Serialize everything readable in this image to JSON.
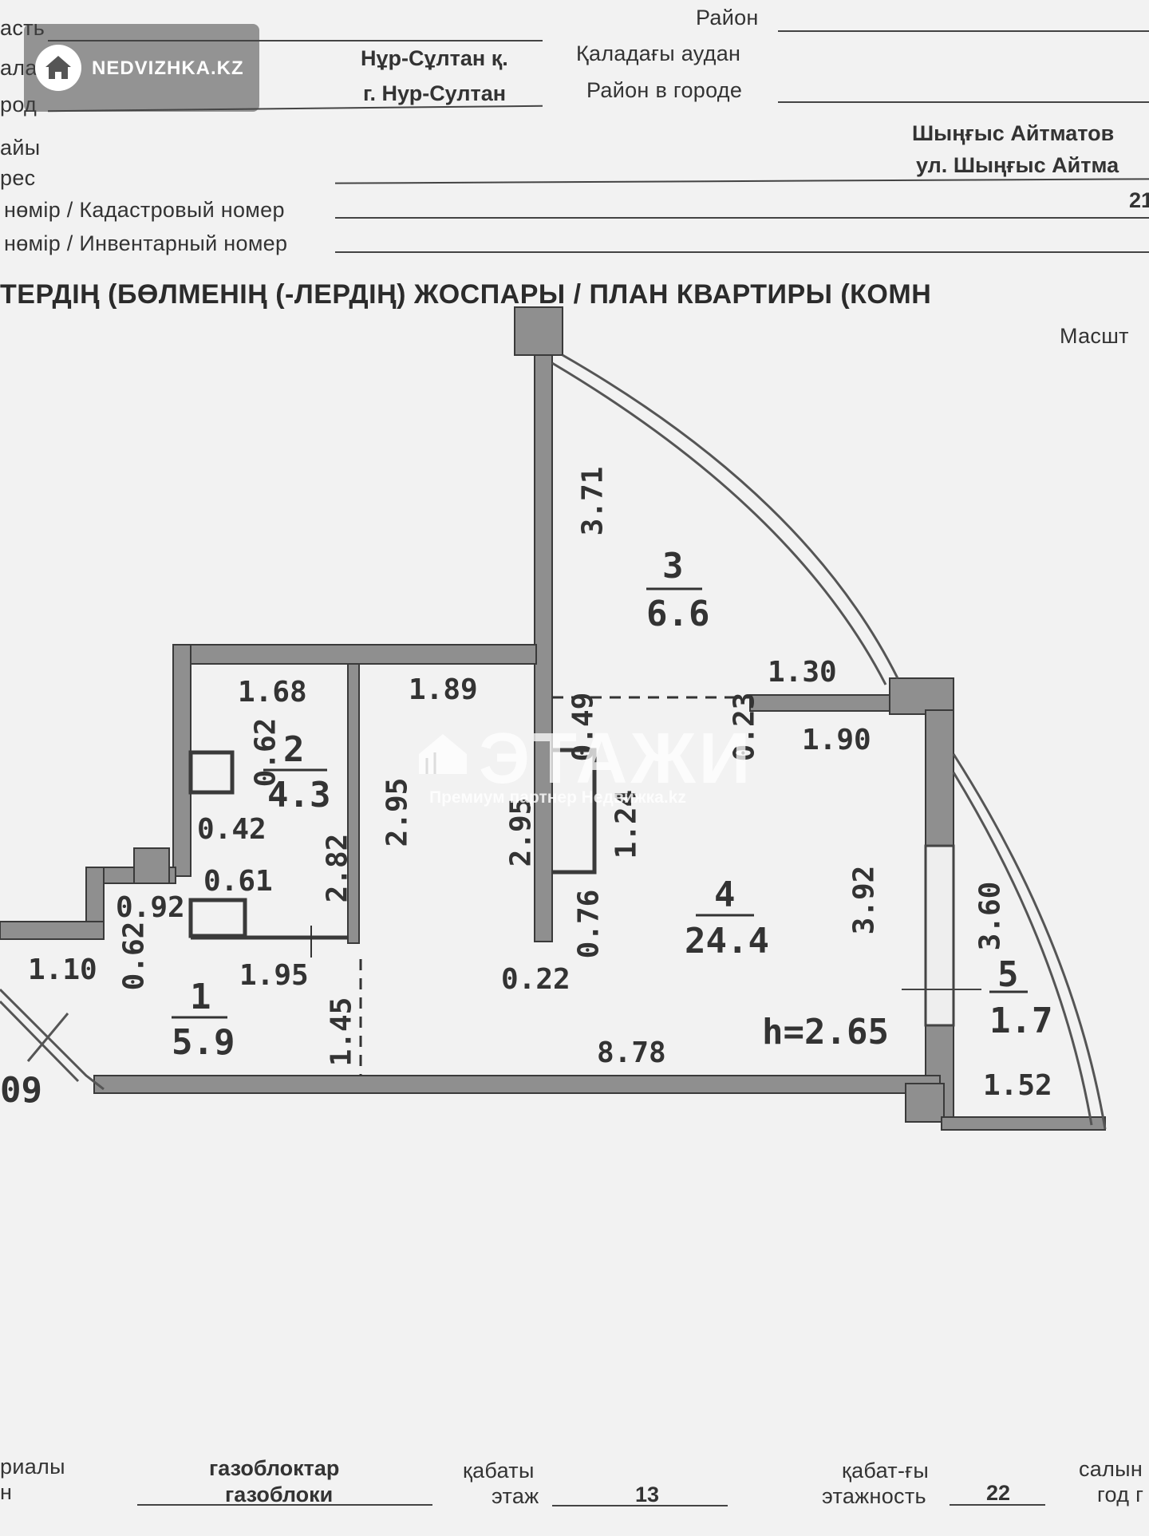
{
  "header": {
    "oblast_label": "асть",
    "city_label_kz": "ала",
    "city_label_ru": "род",
    "city_value_kz": "Нұр-Сұлтан қ.",
    "city_value_ru": "г. Нур-Султан",
    "district_label": "Район",
    "city_district_label_kz": "Қаладағы аудан",
    "city_district_label_ru": "Район в городе",
    "address_label_kz": "айы",
    "address_label_ru": "рес",
    "address_value_kz": "Шыңғыс Айтматов",
    "address_value_ru": "ул. Шыңғыс Айтма",
    "cadastral_label": "нөмір / Кадастровый номер",
    "cadastral_value": "21",
    "inventory_label": "нөмір / Инвентарный номер"
  },
  "plan": {
    "title": "ТЕРДІҢ (БӨЛМЕНІҢ (-ЛЕРДІҢ) ЖОСПАРЫ / ПЛАН КВАРТИРЫ (КОМН",
    "scale_label": "Масшт",
    "ceiling_height": "h=2.65",
    "edge_number": "09",
    "rooms": [
      {
        "number": "1",
        "area": "5.9"
      },
      {
        "number": "2",
        "area": "4.3"
      },
      {
        "number": "3",
        "area": "6.6"
      },
      {
        "number": "4",
        "area": "24.4"
      },
      {
        "number": "5",
        "area": "1.7"
      }
    ],
    "dims": {
      "d_3_71": "3.71",
      "d_1_30": "1.30",
      "d_1_68": "1.68",
      "d_1_89": "1.89",
      "d_0_49": "0.49",
      "d_0_23": "0.23",
      "d_1_90": "1.90",
      "d_0_62a": "0.62",
      "d_2_95a": "2.95",
      "d_2_95b": "2.95",
      "d_1_24": "1.24",
      "d_0_42": "0.42",
      "d_0_61": "0.61",
      "d_2_82": "2.82",
      "d_3_92": "3.92",
      "d_0_92": "0.92",
      "d_0_76": "0.76",
      "d_3_60": "3.60",
      "d_1_10": "1.10",
      "d_0_62b": "0.62",
      "d_1_95": "1.95",
      "d_0_22": "0.22",
      "d_1_45": "1.45",
      "d_8_78": "8.78",
      "d_1_52": "1.52"
    }
  },
  "footer": {
    "materials_label_kz": "риалы",
    "materials_label_ru": "н",
    "materials_value_kz": "газоблоктар",
    "materials_value_ru": "газоблоки",
    "floor_label_kz": "қабаты",
    "floor_label_ru": "этаж",
    "floor_value": "13",
    "floors_label_kz": "қабат-ғы",
    "floors_label_ru": "этажность",
    "floors_value": "22",
    "year_label_kz": "салын",
    "year_label_ru": "год г"
  },
  "watermark": {
    "brand": "NEDVIZHKA.KZ",
    "logo_text": "ЭТАЖИ",
    "partner_text": "Премиум партнер Недвижка.kz"
  },
  "colors": {
    "paper": "#f2f2f2",
    "wall_fill": "#8f8f8f",
    "wall_stroke": "#3a3a3a",
    "ink": "#2f2f2f"
  }
}
